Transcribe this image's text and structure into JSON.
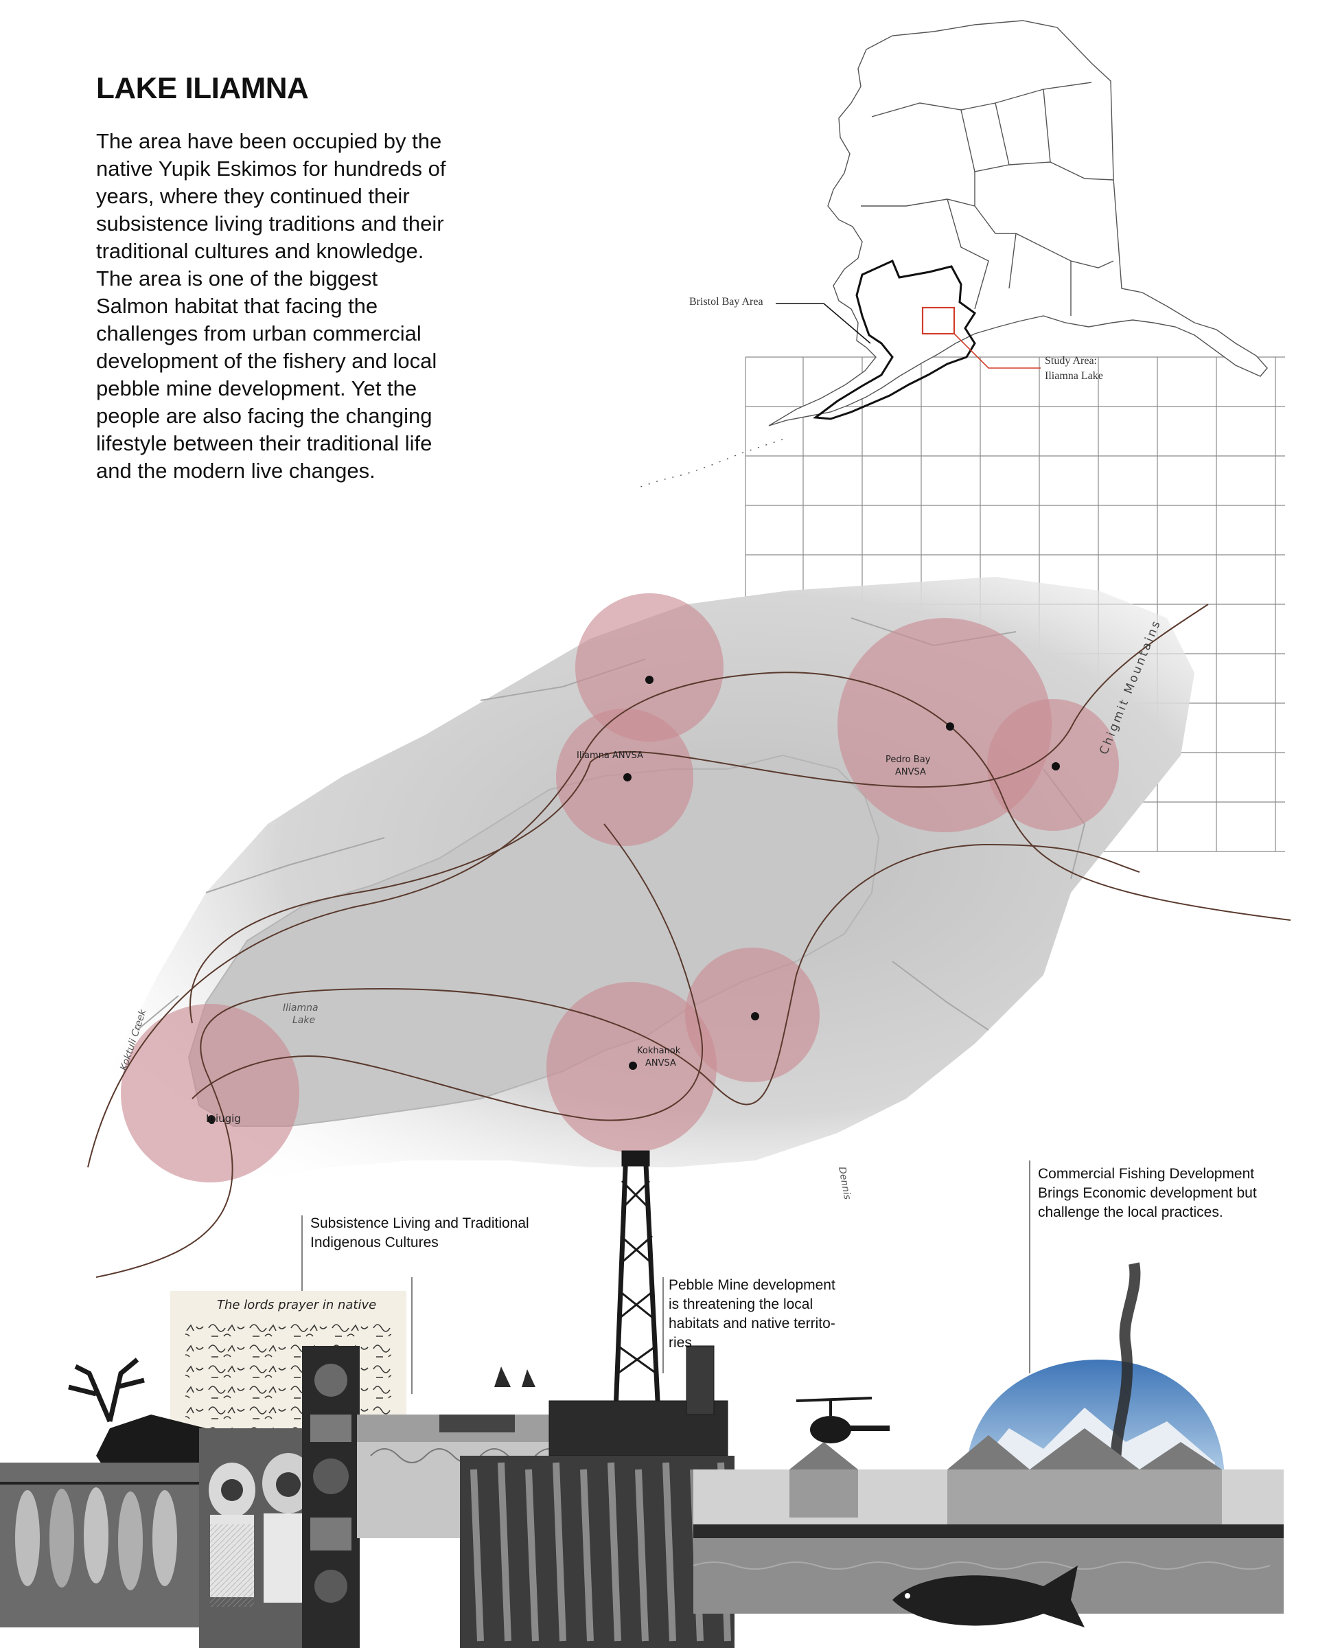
{
  "header": {
    "title": "LAKE ILIAMNA",
    "body": "The area have been occupied by the native Yupik Eskimos for hundreds of years, where they continued their subsistence living traditions and their traditional cultures and knowledge. The area is one of the biggest Salmon habitat that facing the challenges from urban commercial development of the fishery and local pebble mine development. Yet the people are also facing the changing lifestyle between their traditional life and the modern live changes."
  },
  "inset_map": {
    "region_label": "Bristol Bay Area",
    "study_label_line1": "Study Area:",
    "study_label_line2": "Iliamna Lake"
  },
  "map": {
    "lake_label_line1": "Iliamna",
    "lake_label_line2": "Lake",
    "creek_label": "Koktuli Creek",
    "mountains_label": "Chigmit Mountains",
    "river_label": "Dennis",
    "places": [
      {
        "name": "",
        "line2": ""
      },
      {
        "name": "Iliamna ANVSA",
        "line2": ""
      },
      {
        "name": "",
        "line2": ""
      },
      {
        "name": "Pedro Bay",
        "line2": "ANVSA"
      },
      {
        "name": "",
        "line2": ""
      },
      {
        "name": "Igiugig",
        "line2": ""
      },
      {
        "name": "Kokhanok",
        "line2": "ANVSA"
      },
      {
        "name": "",
        "line2": ""
      }
    ]
  },
  "annotations": {
    "subsistence_line1": "Subsistence Living and Traditional",
    "subsistence_line2": "Indigenous Cultures",
    "pebble_line1": "Pebble Mine development",
    "pebble_line2": "is threatening the local",
    "pebble_line3": "habitats and native territo-",
    "pebble_line4": "ries",
    "fishing_line1": "Commercial Fishing Development",
    "fishing_line2": "Brings Economic development but",
    "fishing_line3": "challenge the local practices."
  },
  "collage": {
    "manuscript_heading": "The lords prayer in native"
  },
  "colors": {
    "circle_fill": "#c98b93",
    "study_outline": "#d23b2b",
    "lake_fill": "#c7c7c7",
    "curve_stroke": "#5a3a2e"
  }
}
